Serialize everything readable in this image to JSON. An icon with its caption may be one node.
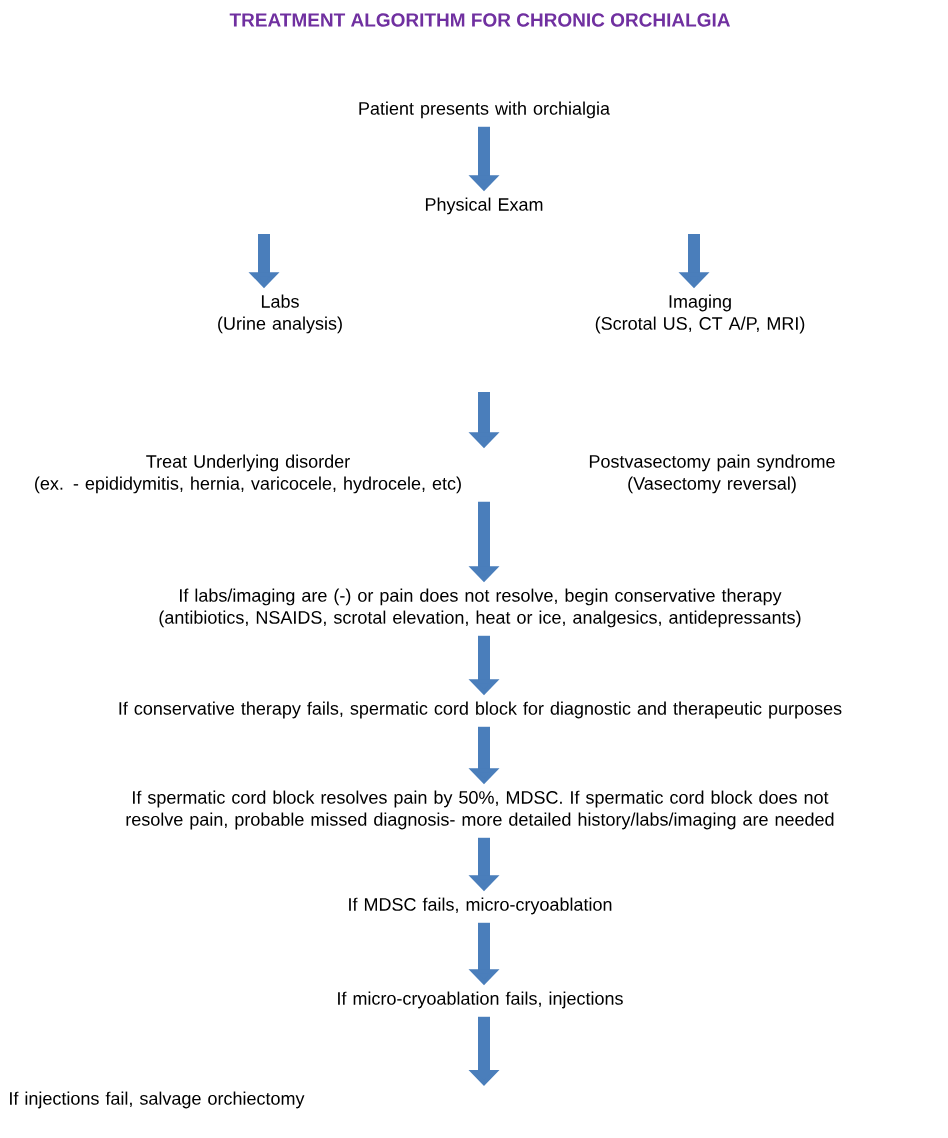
{
  "diagram": {
    "title": "TREATMENT ALGORITHM FOR CHRONIC ORCHIALGIA",
    "nodes": [
      {
        "text": [
          "Patient presents with orchialgia"
        ]
      },
      {
        "text": [
          "Physical Exam"
        ]
      },
      {
        "text": [
          "Labs",
          "(Urine analysis)"
        ]
      },
      {
        "text": [
          "Imaging",
          "(Scrotal US, CT A/P, MRI)"
        ]
      },
      {
        "text": [
          "Treat Underlying disorder",
          "(ex. - epididymitis, hernia, varicocele, hydrocele, etc)"
        ]
      },
      {
        "text": [
          "Postvasectomy pain syndrome",
          "(Vasectomy reversal)"
        ]
      },
      {
        "text": [
          "If labs/imaging are (-) or pain does not resolve, begin conservative therapy (antibiotics, NSAIDS, scrotal elevation, heat or ice, analgesics, antidepressants)"
        ]
      },
      {
        "text": [
          "If conservative therapy fails, spermatic cord block for diagnostic and therapeutic purposes"
        ]
      },
      {
        "text": [
          "If spermatic cord block resolves pain by 50%, MDSC. If spermatic cord block does not resolve pain, probable missed diagnosis- more detailed history/labs/imaging are needed"
        ]
      },
      {
        "text": [
          "If MDSC fails, micro-cryoablation"
        ]
      },
      {
        "text": [
          "If micro-cryoablation fails, injections"
        ]
      },
      {
        "text": [
          "If injections fail, salvage orchiectomy"
        ]
      }
    ],
    "edges": [
      {
        "from": 0,
        "to": 1,
        "arrow": "to"
      },
      {
        "from": null,
        "to": 2,
        "arrow": "to"
      },
      {
        "from": null,
        "to": 3,
        "arrow": "to"
      },
      {
        "from": null,
        "to": 4,
        "arrow": "to"
      },
      {
        "from": 4,
        "to": 6,
        "arrow": "to"
      },
      {
        "from": 6,
        "to": 7,
        "arrow": "to"
      },
      {
        "from": 7,
        "to": 8,
        "arrow": "to"
      },
      {
        "from": 8,
        "to": 9,
        "arrow": "to"
      },
      {
        "from": 9,
        "to": 10,
        "arrow": "to"
      },
      {
        "from": 10,
        "to": null,
        "arrow": "to"
      }
    ]
  }
}
